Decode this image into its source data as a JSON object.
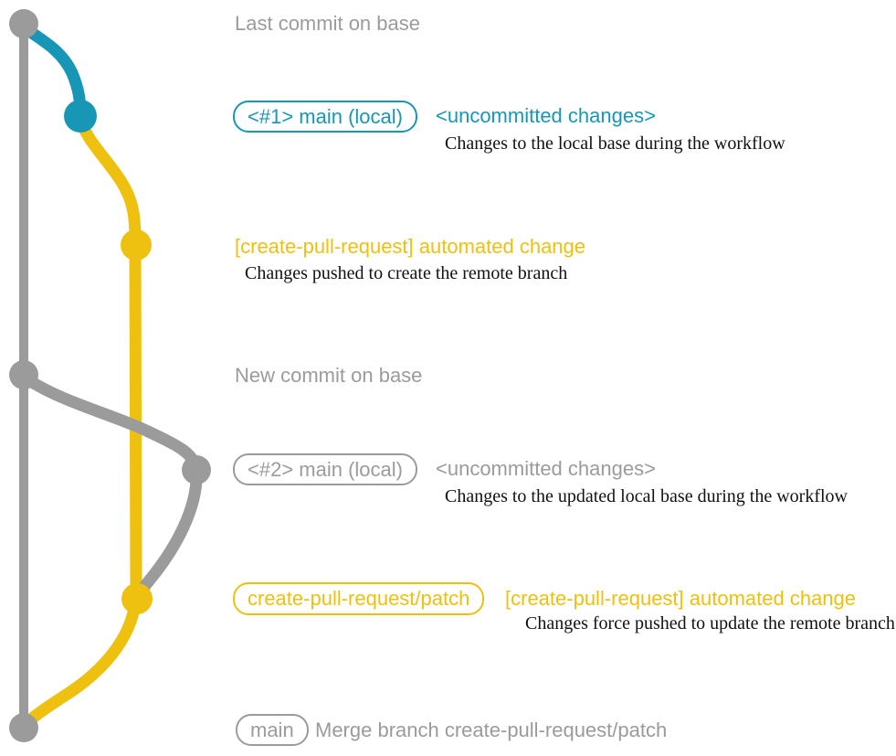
{
  "colors": {
    "base_gray": "#9b9b9b",
    "local_blue": "#1896b6",
    "branch_yellow": "#eec010",
    "note_black": "#111111"
  },
  "graph": {
    "last_commit_label": "Last commit on base",
    "new_commit_label": "New commit on base",
    "icons": {
      "commit_dot": "commit-dot",
      "base_line": "base-branch-line",
      "local_branch_line": "local-main-branch-line",
      "remote_branch_line": "create-pull-request-branch-line",
      "rebase_line": "rebased-local-branch-line"
    }
  },
  "row_main1": {
    "tag": "<#1> main (local)",
    "status": "<uncommitted changes>",
    "note": "Changes to the local base during the workflow"
  },
  "row_push1": {
    "heading": "[create-pull-request] automated change",
    "note": "Changes pushed to create the remote branch"
  },
  "row_main2": {
    "tag": "<#2> main (local)",
    "status": "<uncommitted changes>",
    "note": "Changes to the updated local base during the workflow"
  },
  "row_patch": {
    "tag": "create-pull-request/patch",
    "heading": "[create-pull-request] automated change",
    "note": "Changes force pushed to update the remote branch"
  },
  "row_merge": {
    "tag": "main",
    "message": "Merge branch create-pull-request/patch"
  }
}
